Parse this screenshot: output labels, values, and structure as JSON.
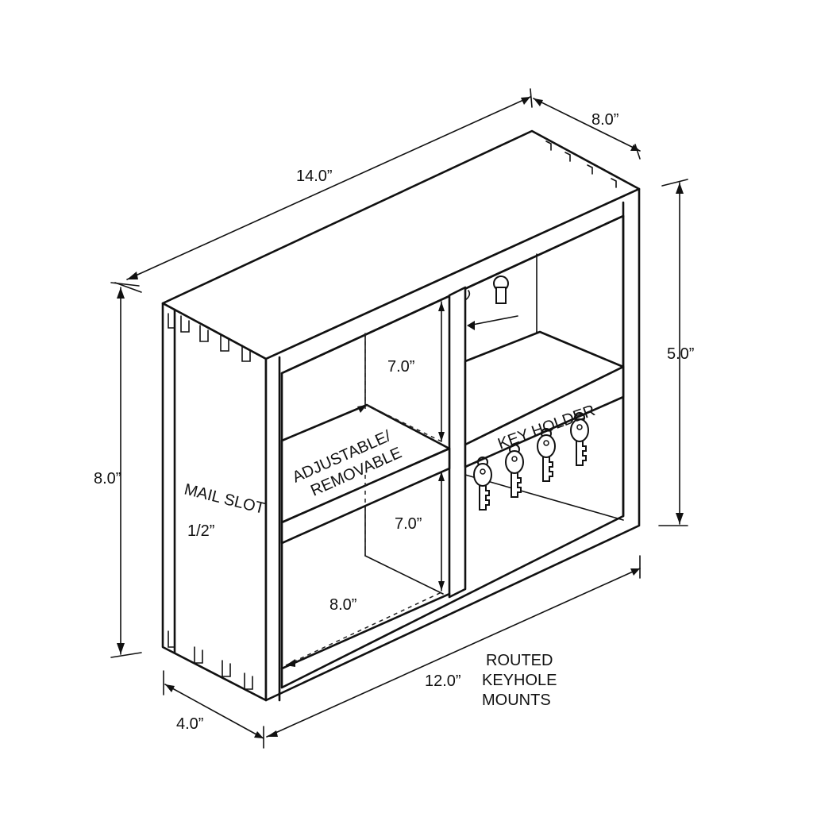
{
  "dimensions": {
    "overall_width": "14.0”",
    "overall_height": "8.0”",
    "overall_depth": "8.0”",
    "depth_front": "4.0”",
    "inner_width": "12.0”",
    "right_height": "5.0”",
    "upper_compartment": "7.0”",
    "lower_compartment": "7.0”",
    "shelf_depth": "8.0”"
  },
  "labels": {
    "mail_slot": "MAIL SLOT",
    "mail_slot_size": "1/2”",
    "shelf_line1": "ADJUSTABLE/",
    "shelf_line2": "REMOVABLE",
    "key_holder": "KEY HOLDER",
    "routed_line1": "ROUTED",
    "routed_line2": "KEYHOLE",
    "routed_line3": "MOUNTS"
  },
  "keys_count": 4,
  "colors": {
    "ink": "#111111",
    "paper": "#ffffff"
  }
}
